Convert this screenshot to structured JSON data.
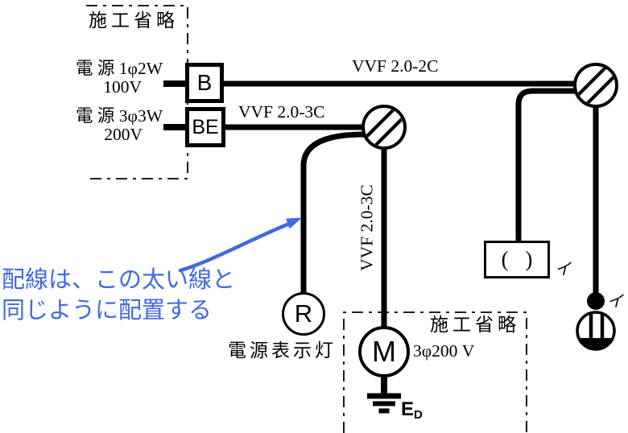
{
  "source_panel": {
    "title": "施工省略",
    "source1": {
      "line1": "電 源 1φ2W",
      "line2": "100V"
    },
    "source2": {
      "line1": "電 源 3φ3W",
      "line2": "200V"
    }
  },
  "breakers": {
    "breaker_label": "B",
    "elb_label": "BE"
  },
  "cables": {
    "top_run": "VVF 2.0-2C",
    "middle_run": "VVF 2.0-3C",
    "motor_run": "VVF 2.0-3C"
  },
  "annotation": {
    "line1": "配線は、この太い線と",
    "line2": "同じように配置する",
    "color": "#4169e1"
  },
  "devices": {
    "pilot_lamp": {
      "symbol": "R",
      "label": "電源表示灯"
    },
    "motor": {
      "symbol": "M",
      "rating": "3φ200 V"
    },
    "ground": {
      "main": "E",
      "sub": "D"
    },
    "ceiling_rosette": {
      "symbol": "( )",
      "circuit": "イ"
    },
    "switch": {
      "circuit": "イ"
    }
  },
  "omitted_panel": {
    "title": "施工省略"
  },
  "colors": {
    "line": "#000000",
    "annotation_blue": "#4169e1"
  }
}
